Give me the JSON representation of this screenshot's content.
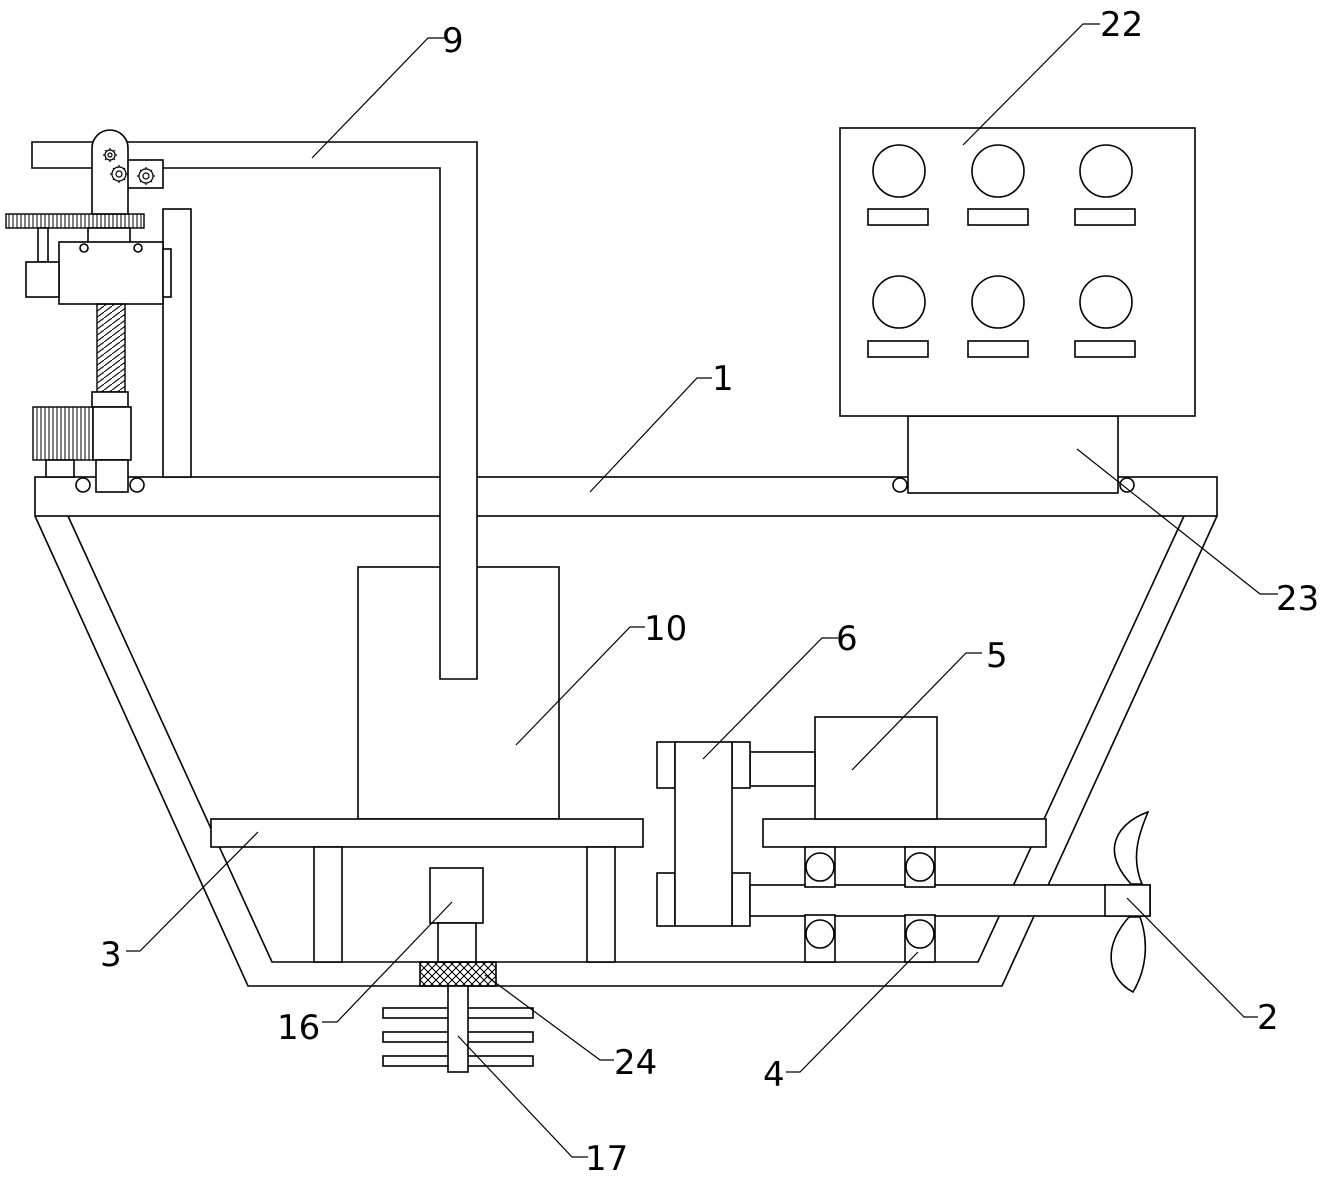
{
  "labels": {
    "l1": "1",
    "l2": "2",
    "l3": "3",
    "l4": "4",
    "l5": "5",
    "l6": "6",
    "l9": "9",
    "l10": "10",
    "l16": "16",
    "l17": "17",
    "l22": "22",
    "l23": "23",
    "l24": "24"
  }
}
